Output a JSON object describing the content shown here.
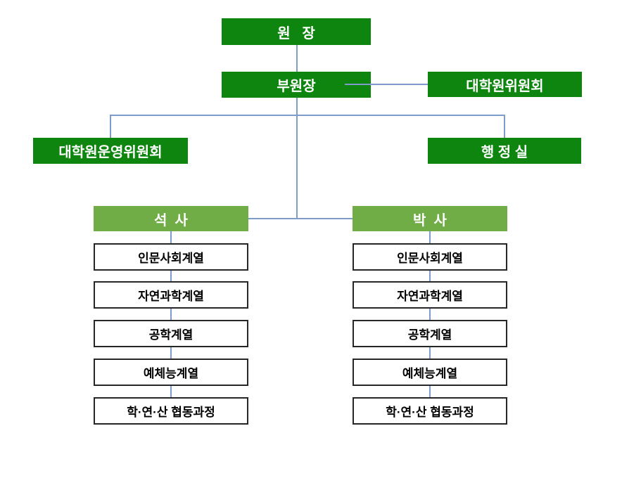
{
  "palette": {
    "dark_green": "#0E850E",
    "light_green": "#70AD47",
    "connector": "#7D9CC9",
    "track_border": "#262626"
  },
  "org_chart": {
    "director": "원   장",
    "deputy_director": "부원장",
    "graduate_committee": "대학원위원회",
    "graduate_operating_committee": "대학원운영위원회",
    "administration_office": "행 정 실",
    "masters": "석  사",
    "doctoral": "박  사",
    "masters_tracks": [
      "인문사회계열",
      "자연과학계열",
      "공학계열",
      "예체능계열",
      "학·연·산 협동과정"
    ],
    "doctoral_tracks": [
      "인문사회계열",
      "자연과학계열",
      "공학계열",
      "예체능계열",
      "학·연·산 협동과정"
    ]
  }
}
